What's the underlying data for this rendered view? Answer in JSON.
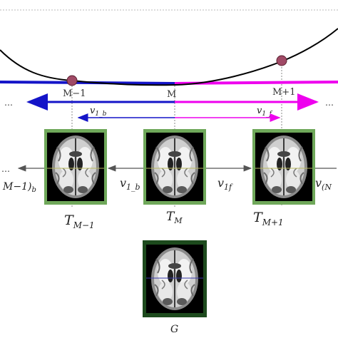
{
  "curve_points": {
    "prev": "M−1",
    "center": "M",
    "next": "M+1"
  },
  "velocity_labels": {
    "backward_top": "v",
    "backward_top_sub": "1_b",
    "forward_top": "v",
    "forward_top_sub": "1_f",
    "backward_mid": "v",
    "backward_mid_sub": "1_b",
    "forward_mid": "v",
    "forward_mid_sub": "1f",
    "left_edge": "M−1)",
    "left_edge_sub": "b",
    "right_edge": "v",
    "right_edge_sub": "(N"
  },
  "templates": [
    {
      "symbol": "T",
      "subscript": "M−1"
    },
    {
      "symbol": "T",
      "subscript": "M"
    },
    {
      "symbol": "T",
      "subscript": "M+1"
    }
  ],
  "global": {
    "symbol": "G"
  },
  "ellipsis": "…",
  "colors": {
    "blue": "#1414c8",
    "magenta": "#ee00ee",
    "dot": "#a04a66",
    "frame_green": "#6fa85a",
    "frame_dark": "#1d4a1d",
    "label_green": "#4a9a3a",
    "label_teal": "#2a9a8a"
  }
}
